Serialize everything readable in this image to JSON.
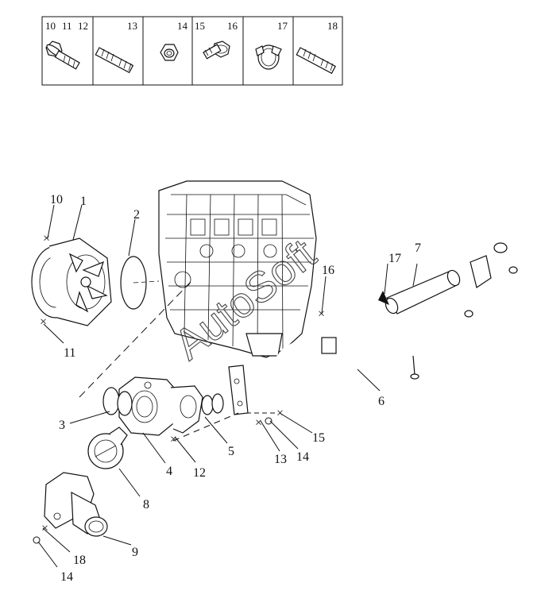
{
  "fastener_table": {
    "headers": [
      "10",
      "11",
      "12",
      "13",
      "14",
      "15",
      "16",
      "17",
      "18"
    ],
    "cells": [
      {
        "numbers": [
          "10",
          "11",
          "12"
        ],
        "icon": "flange-bolt-icon"
      },
      {
        "numbers": [
          "13"
        ],
        "icon": "stud-icon"
      },
      {
        "numbers": [
          "14"
        ],
        "icon": "nut-icon"
      },
      {
        "numbers": [
          "15",
          "16"
        ],
        "icon": "hex-bolt-icon"
      },
      {
        "numbers": [
          "17"
        ],
        "icon": "hose-clamp-icon"
      },
      {
        "numbers": [
          "18"
        ],
        "icon": "stud-icon"
      }
    ]
  },
  "callouts": {
    "c1": "1",
    "c2": "2",
    "c3": "3",
    "c4": "4",
    "c5": "5",
    "c6": "6",
    "c7": "7",
    "c8": "8",
    "c9": "9",
    "c10": "10",
    "c11": "11",
    "c12": "12",
    "c13": "13",
    "c14a": "14",
    "c14b": "14",
    "c15": "15",
    "c16": "16",
    "c17": "17",
    "c18": "18"
  },
  "watermark": "AutoSoft"
}
